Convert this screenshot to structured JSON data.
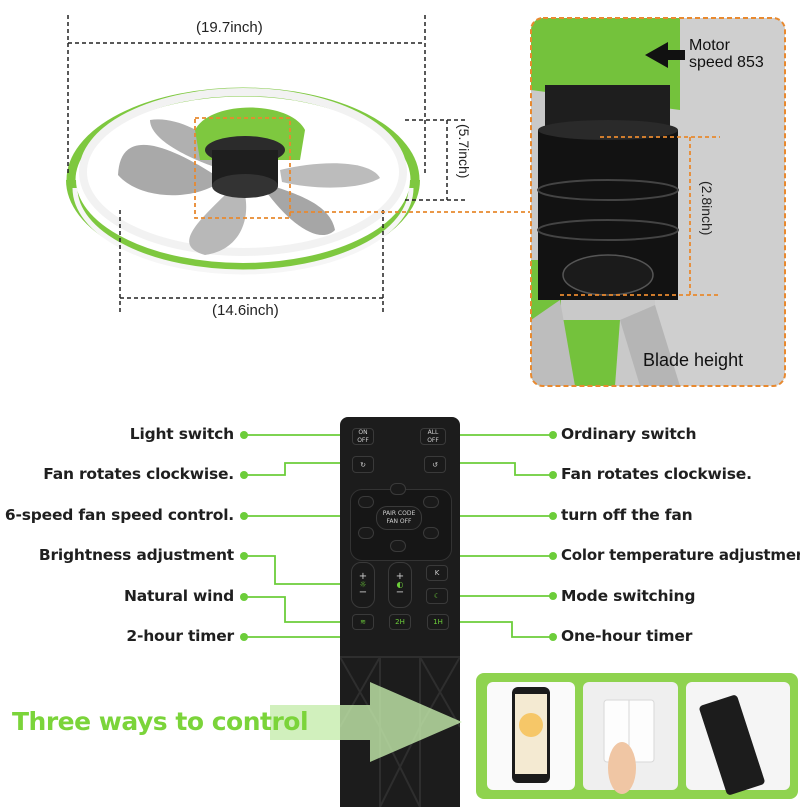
{
  "dimensions": {
    "width_outer": "(19.7inch)",
    "height_outer": "(5.7inch)",
    "width_inner": "(14.6inch)",
    "blade_height": "(2.8inch)"
  },
  "callout": {
    "motor_line1": "Motor",
    "motor_line2": "speed 853",
    "blade_height_label": "Blade height"
  },
  "remote": {
    "on_off": "ON OFF",
    "all_off": "ALL OFF",
    "pair_code": "PAIR CODE",
    "fan_off": "FAN OFF",
    "timer_2h": "2H",
    "timer_1h": "1H"
  },
  "labels_left": [
    "Light switch",
    "Fan rotates clockwise.",
    "6-speed fan speed control.",
    "Brightness adjustment",
    "Natural wind",
    "2-hour timer"
  ],
  "labels_right": [
    "Ordinary switch",
    "Fan rotates clockwise.",
    "turn off the fan",
    "Color temperature adjustment",
    "Mode switching",
    "One-hour timer"
  ],
  "banner": {
    "title": "Three ways to control"
  },
  "colors": {
    "accent_green": "#7bd43a",
    "dim_orange": "#e8892f",
    "remote_body": "#1c1c1c"
  }
}
